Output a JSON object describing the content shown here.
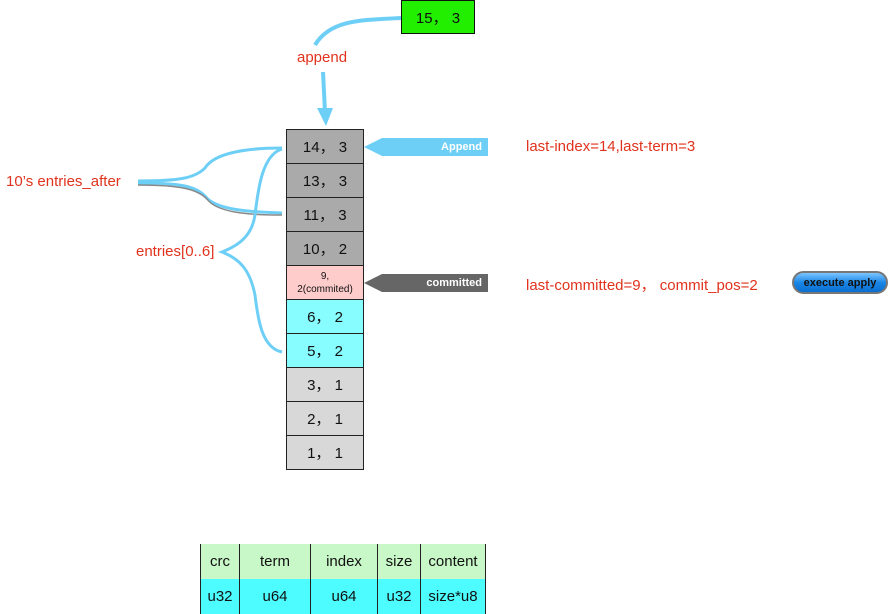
{
  "new_entry": {
    "label": "15， 3",
    "color": "#22ee00"
  },
  "append_label": "append",
  "log_entries": [
    {
      "label": "14， 3",
      "color": "#aaaaaa",
      "state": "uncommitted"
    },
    {
      "label": "13， 3",
      "color": "#aaaaaa",
      "state": "uncommitted"
    },
    {
      "label": "11， 3",
      "color": "#aaaaaa",
      "state": "uncommitted"
    },
    {
      "label": "10， 2",
      "color": "#aaaaaa",
      "state": "uncommitted"
    },
    {
      "label_line1": "9,",
      "label_line2": "2(commited)",
      "color": "#ffcccc",
      "state": "committed"
    },
    {
      "label": "6， 2",
      "color": "#88fdff",
      "state": "entries"
    },
    {
      "label": "5， 2",
      "color": "#88fdff",
      "state": "entries"
    },
    {
      "label": "3， 1",
      "color": "#d8d8d8",
      "state": "old"
    },
    {
      "label": "2， 1",
      "color": "#d8d8d8",
      "state": "old"
    },
    {
      "label": "1， 1",
      "color": "#d8d8d8",
      "state": "old"
    }
  ],
  "pointers": {
    "append": {
      "tag": "Append",
      "text": "last-index=14,last-term=3"
    },
    "committed": {
      "tag": "committed",
      "text": "last-committed=9， commit_pos=2",
      "button": "execute apply"
    }
  },
  "braces": {
    "entries_after": "10’s entries_after",
    "entries_range": "entries[0..6]"
  },
  "format_table": {
    "headers": [
      "crc",
      "term",
      "index",
      "size",
      "content"
    ],
    "types": [
      "u32",
      "u64",
      "u64",
      "u32",
      "size*u8"
    ]
  },
  "colors": {
    "accent_red": "#e0321c",
    "arrow_blue": "#6ecff6"
  }
}
